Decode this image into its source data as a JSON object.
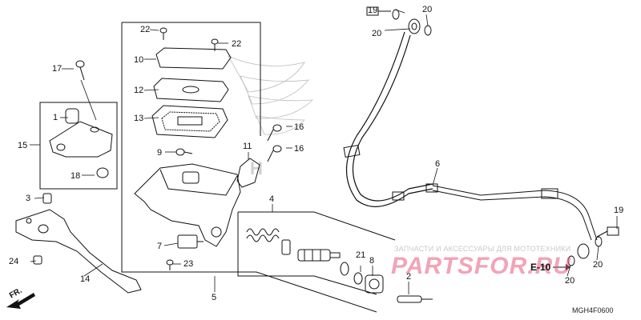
{
  "callouts": {
    "c19a": "19",
    "c20a": "20",
    "c20b": "20",
    "c22a": "22",
    "c22b": "22",
    "c10": "10",
    "c12": "12",
    "c13": "13",
    "c17": "17",
    "c1": "1",
    "c15": "15",
    "c9": "9",
    "c11": "11",
    "c16a": "16",
    "c16b": "16",
    "c18": "18",
    "c6": "6",
    "c3": "3",
    "c4": "4",
    "c7": "7",
    "c23": "23",
    "c24": "24",
    "c14": "14",
    "c5": "5",
    "c21": "21",
    "c8": "8",
    "c2": "2",
    "c19b": "19",
    "c20c": "20",
    "c20d": "20"
  },
  "reference": {
    "e10": "E-10",
    "fr": "FR.",
    "diagram_code": "MGH4F0600"
  },
  "watermark": {
    "line1": "ЗАПЧАСТИ И АКСЕССУАРЫ ДЛЯ МОТОТЕХНИКИ",
    "brand": "PARTSFOR.RU",
    "brand_color": "#e85a7a"
  },
  "palette": {
    "line": "#111111",
    "fill": "#ffffff",
    "halftone": "#bdbdbd"
  }
}
